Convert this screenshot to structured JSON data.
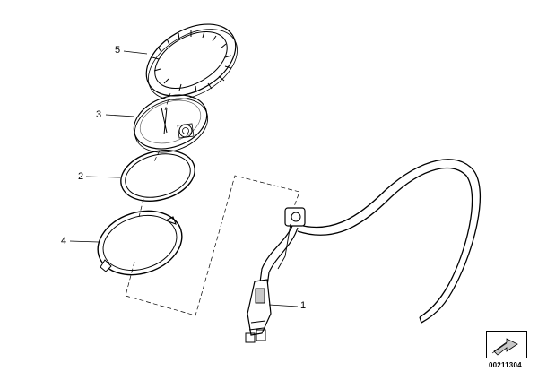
{
  "callouts": {
    "part_1": "1",
    "part_2": "2",
    "part_3": "3",
    "part_4": "4",
    "part_5": "5"
  },
  "doc_id": "00211304",
  "icons": [
    "part-arrow-icon"
  ],
  "colors": {
    "line": "#000000",
    "shade": "#c8c8c8",
    "background": "#ffffff"
  }
}
